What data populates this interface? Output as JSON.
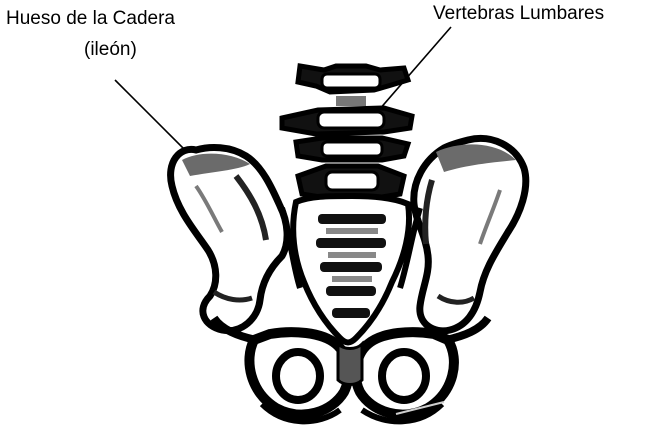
{
  "labels": {
    "hip_line1": "Hueso de la Cadera",
    "hip_line2": "(ileón)",
    "lumbar": "Vertebras Lumbares"
  },
  "colors": {
    "ink": "#000000",
    "bone": "#ffffff",
    "shade": "#8a8a8a"
  }
}
